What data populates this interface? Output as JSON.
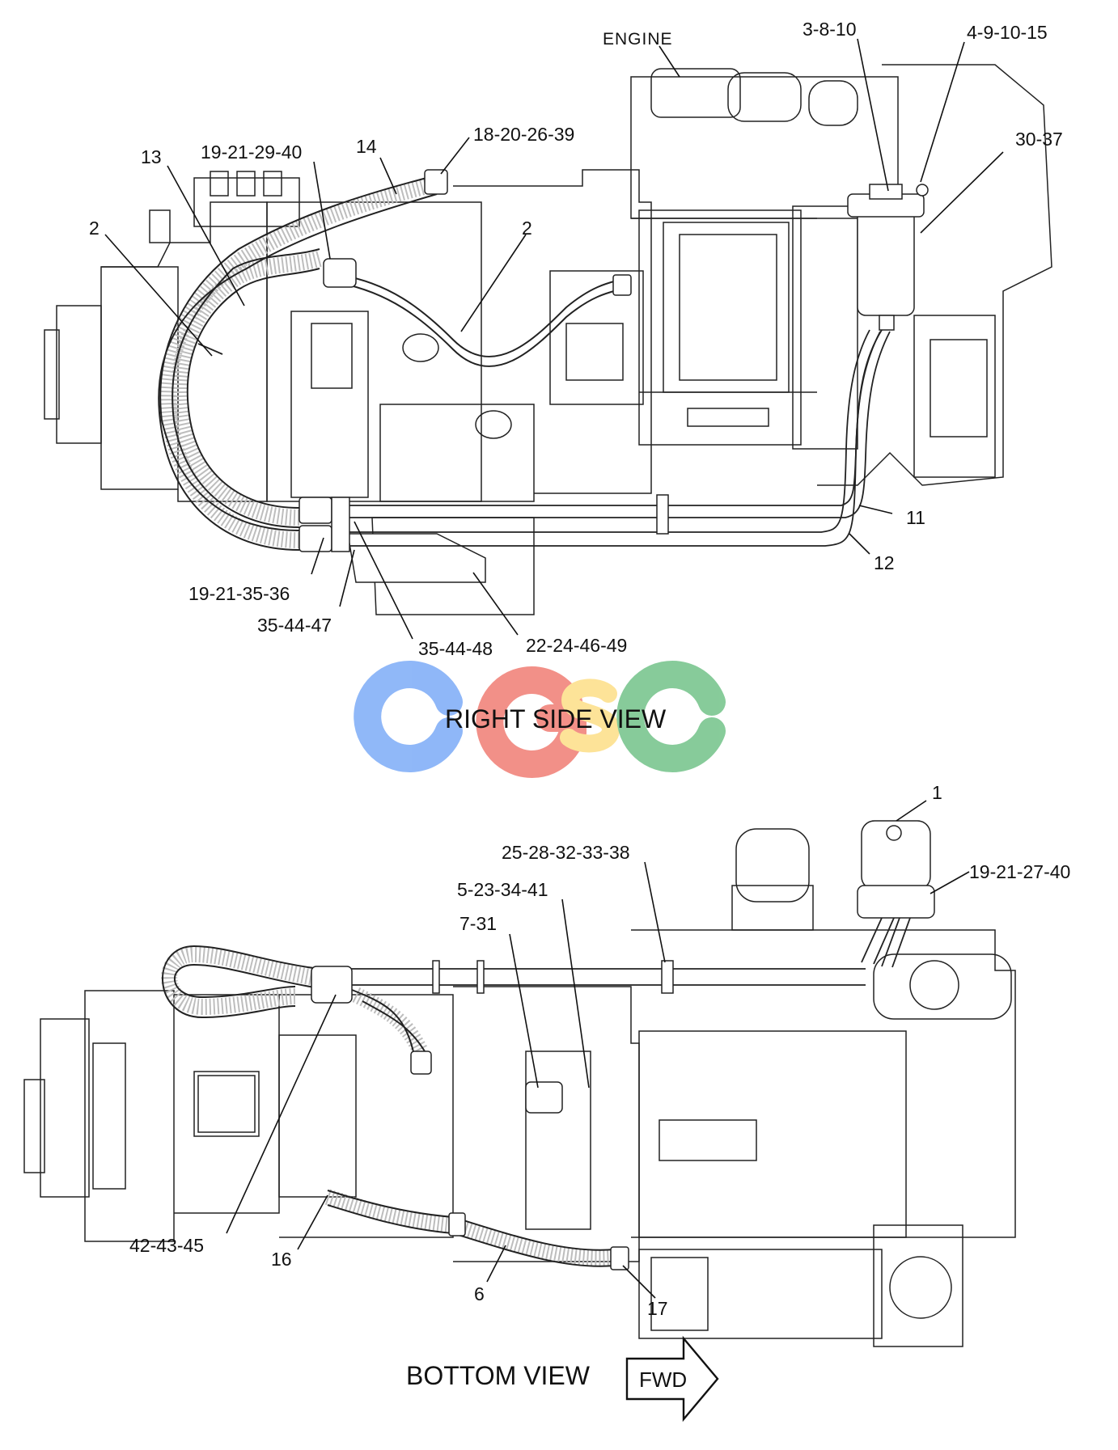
{
  "views": {
    "right_side_title": "RIGHT SIDE VIEW",
    "bottom_title": "BOTTOM VIEW",
    "fwd_label": "FWD"
  },
  "watermark": {
    "letters": [
      "C",
      "G",
      "S",
      "C"
    ],
    "colors": [
      "#8ab4f8",
      "#f28b82",
      "#fde293",
      "#81c995"
    ]
  },
  "right_side": {
    "engine_label": "ENGINE",
    "callouts": [
      "3-8-10",
      "4-9-10-15",
      "30-37",
      "18-20-26-39",
      "19-21-29-40",
      "14",
      "13",
      "2",
      "2",
      "11",
      "12",
      "19-21-35-36",
      "35-44-47",
      "35-44-48",
      "22-24-46-49"
    ]
  },
  "bottom": {
    "callouts": [
      "1",
      "19-21-27-40",
      "25-28-32-33-38",
      "5-23-34-41",
      "7-31",
      "42-43-45",
      "16",
      "6",
      "17"
    ]
  }
}
